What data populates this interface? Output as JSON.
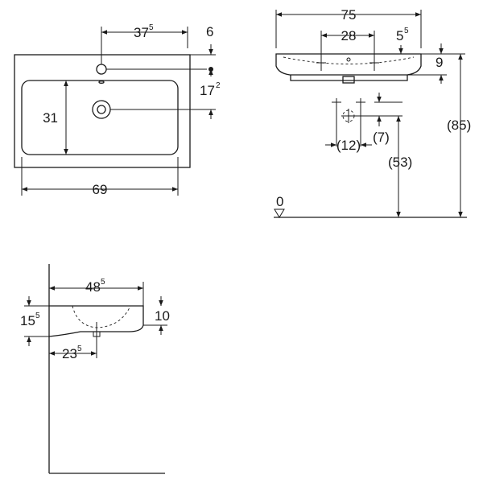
{
  "plan_view": {
    "labels": {
      "dim_37_5": "37",
      "dim_37_5_sup": "5",
      "dim_6": "6",
      "dim_17_2": "17",
      "dim_17_2_sup": "2",
      "dim_31": "31",
      "dim_69": "69"
    }
  },
  "front_view": {
    "labels": {
      "dim_75": "75",
      "dim_28": "28",
      "dim_5_5": "5",
      "dim_5_5_sup": "5",
      "dim_9": "9",
      "dim_7": "(7)",
      "dim_12": "(12)",
      "dim_53": "(53)",
      "dim_85": "(85)",
      "floor_0": "0"
    }
  },
  "side_view": {
    "labels": {
      "dim_48_5": "48",
      "dim_48_5_sup": "5",
      "dim_15_5": "15",
      "dim_15_5_sup": "5",
      "dim_10": "10",
      "dim_23_5": "23",
      "dim_23_5_sup": "5"
    }
  }
}
